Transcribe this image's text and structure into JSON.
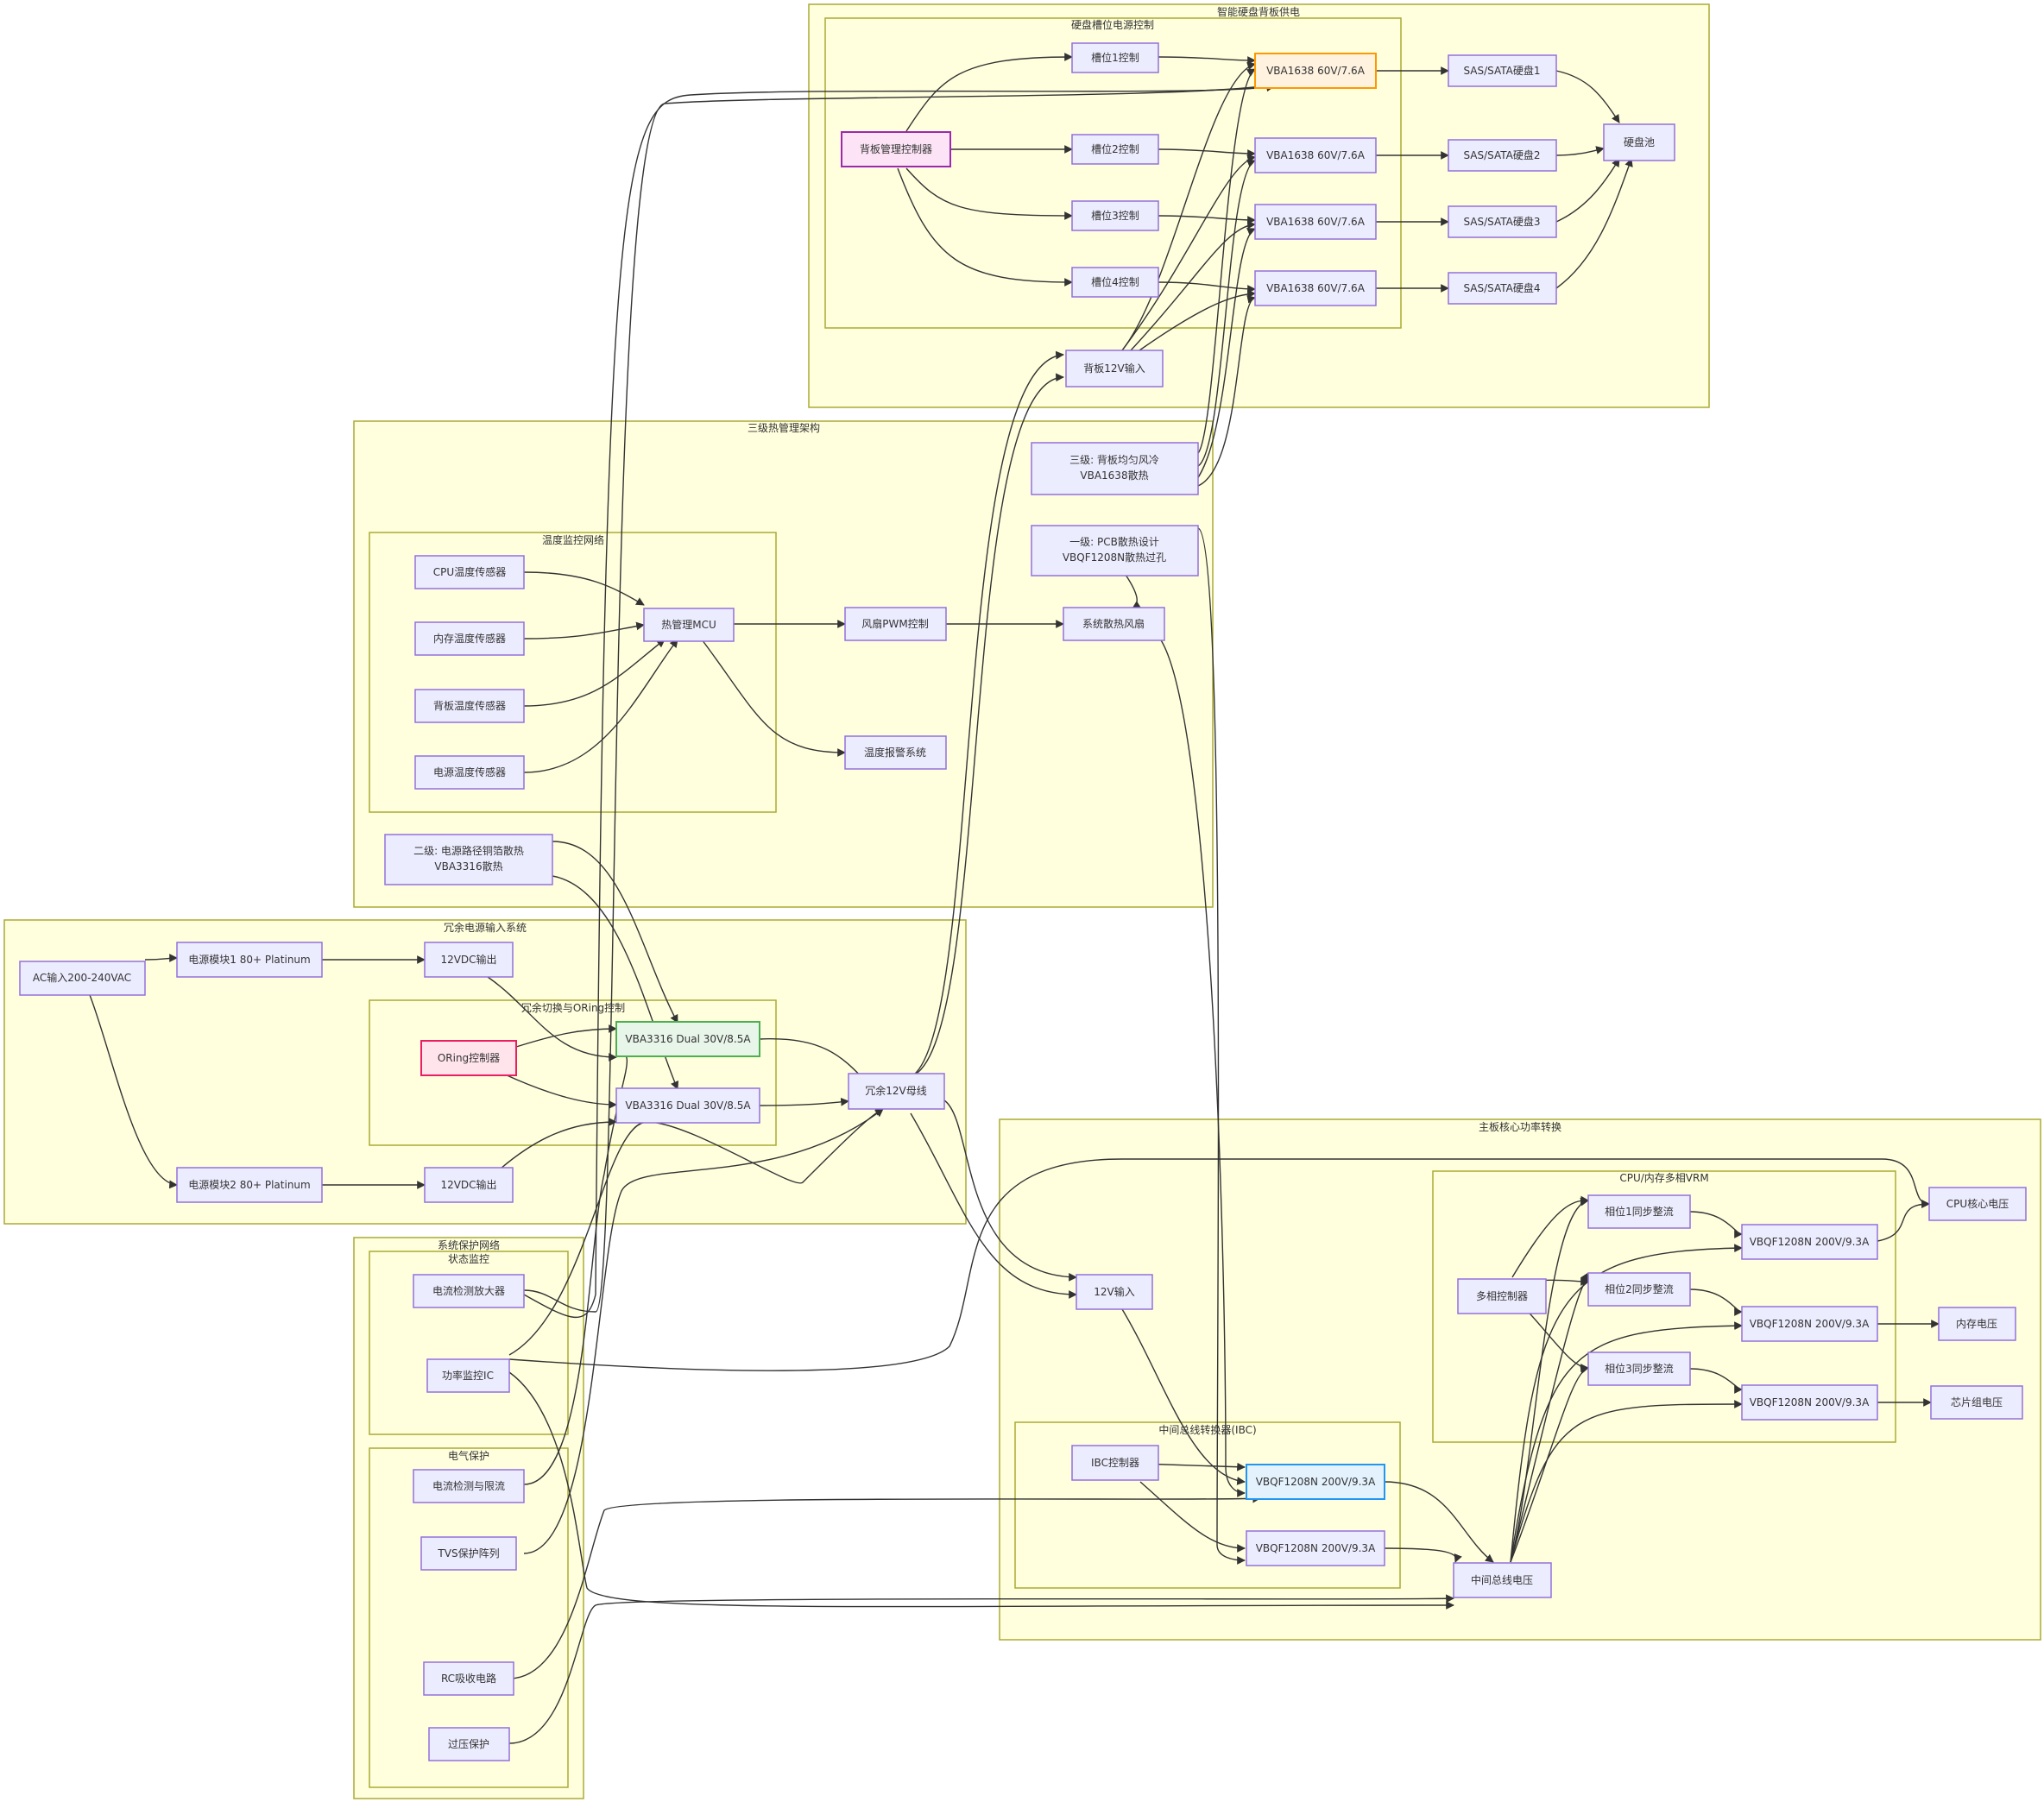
{
  "groups": {
    "backplane": "智能硬盘背板供电",
    "slot_ctrl": "硬盘槽位电源控制",
    "thermal": "三级热管理架构",
    "temp_net": "温度监控网络",
    "redundant": "冗余电源输入系统",
    "oring": "冗余切换与ORing控制",
    "core": "主板核心功率转换",
    "vrm": "CPU/内存多相VRM",
    "ibc": "中间总线转换器(IBC)",
    "protect": "系统保护网络",
    "status": "状态监控",
    "electric": "电气保护"
  },
  "nodes": {
    "slot1": "槽位1控制",
    "slot2": "槽位2控制",
    "slot3": "槽位3控制",
    "slot4": "槽位4控制",
    "bp_mgr": "背板管理控制器",
    "vba1": "VBA1638 60V/7.6A",
    "vba2": "VBA1638 60V/7.6A",
    "vba3": "VBA1638 60V/7.6A",
    "vba4": "VBA1638 60V/7.6A",
    "disk1": "SAS/SATA硬盘1",
    "disk2": "SAS/SATA硬盘2",
    "disk3": "SAS/SATA硬盘3",
    "disk4": "SAS/SATA硬盘4",
    "pool": "硬盘池",
    "bp_in": "背板12V输入",
    "th3_l1": "三级: 背板均匀风冷",
    "th3_l2": "VBA1638散热",
    "th1_l1": "一级: PCB散热设计",
    "th1_l2": "VBQF1208N散热过孔",
    "cpu_t": "CPU温度传感器",
    "mem_t": "内存温度传感器",
    "bp_t": "背板温度传感器",
    "psu_t": "电源温度传感器",
    "mcu": "热管理MCU",
    "pwm": "风扇PWM控制",
    "fan": "系统散热风扇",
    "alarm": "温度报警系统",
    "th2_l1": "二级: 电源路径铜箔散热",
    "th2_l2": "VBA3316散热",
    "ac": "AC输入200-240VAC",
    "psu1": "电源模块1 80+ Platinum",
    "psu2": "电源模块2 80+ Platinum",
    "out1": "12VDC输出",
    "out2": "12VDC输出",
    "oring_ctl": "ORing控制器",
    "dual1": "VBA3316 Dual 30V/8.5A",
    "dual2": "VBA3316 Dual 30V/8.5A",
    "bus": "冗余12V母线",
    "in12": "12V输入",
    "cpu_v": "CPU核心电压",
    "mem_v": "内存电压",
    "chip_v": "芯片组电压",
    "phase1": "相位1同步整流",
    "phase2": "相位2同步整流",
    "phase3": "相位3同步整流",
    "multi": "多相控制器",
    "vbq1": "VBQF1208N 200V/9.3A",
    "vbq2": "VBQF1208N 200V/9.3A",
    "vbq3": "VBQF1208N 200V/9.3A",
    "ibc_ctl": "IBC控制器",
    "ibc_q1": "VBQF1208N 200V/9.3A",
    "ibc_q2": "VBQF1208N 200V/9.3A",
    "mid_bus": "中间总线电压",
    "cur_amp": "电流检测放大器",
    "pwr_mon": "功率监控IC",
    "cur_lim": "电流检测与限流",
    "tvs": "TVS保护阵列",
    "rc": "RC吸收电路",
    "ovp": "过压保护"
  },
  "colors": {
    "node_fill": "#ececff",
    "node_stroke": "#9370db",
    "group_fill": "#ffffde",
    "group_stroke": "#aaaa33",
    "bp_mgr_fill": "#fce4f6",
    "bp_mgr_stroke": "#9c27b0",
    "vba1_fill": "#fff3e0",
    "vba1_stroke": "#ff9800",
    "dual1_fill": "#e8f5e9",
    "dual1_stroke": "#4caf50",
    "oring_fill": "#ffe4ec",
    "oring_stroke": "#e91e63",
    "ibc_q1_fill": "#e3f2fd",
    "ibc_q1_stroke": "#2196f3"
  }
}
